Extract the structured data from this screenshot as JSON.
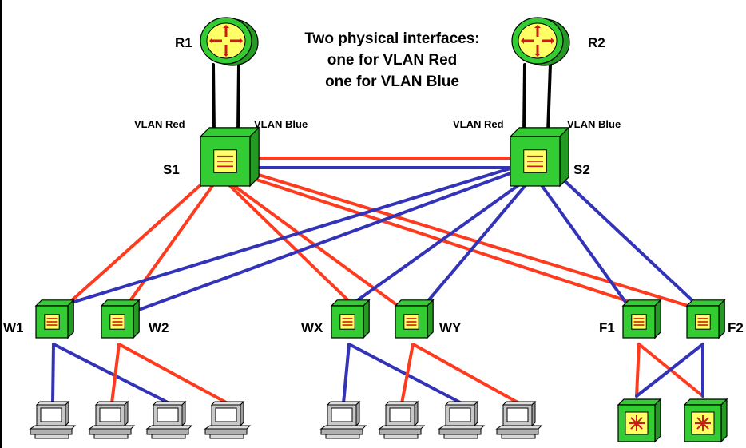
{
  "diagram": {
    "note_lines": [
      "Two physical interfaces:",
      "one for VLAN Red",
      "one for VLAN Blue"
    ],
    "colors": {
      "red": "#ff3b1f",
      "blue": "#3333b8",
      "trunk": "#000000",
      "device_green": "#33cc33",
      "device_yellow": "#ffff66",
      "arrow_red": "#cc1a1a"
    },
    "routers": [
      {
        "id": "R1",
        "label": "R1"
      },
      {
        "id": "R2",
        "label": "R2"
      }
    ],
    "router_links": [
      {
        "router": "R1",
        "switch": "S1",
        "labels": [
          "VLAN Red",
          "VLAN Blue"
        ]
      },
      {
        "router": "R2",
        "switch": "S2",
        "labels": [
          "VLAN Red",
          "VLAN Blue"
        ]
      }
    ],
    "core_switches": [
      {
        "id": "S1",
        "label": "S1"
      },
      {
        "id": "S2",
        "label": "S2"
      }
    ],
    "access_switches": [
      {
        "id": "W1",
        "label": "W1"
      },
      {
        "id": "W2",
        "label": "W2"
      },
      {
        "id": "WX",
        "label": "WX"
      },
      {
        "id": "WY",
        "label": "WY"
      },
      {
        "id": "F1",
        "label": "F1"
      },
      {
        "id": "F2",
        "label": "F2"
      }
    ],
    "uplinks": [
      {
        "from": "S1",
        "to": "W1",
        "vlan": "red"
      },
      {
        "from": "S1",
        "to": "W2",
        "vlan": "red"
      },
      {
        "from": "S1",
        "to": "WX",
        "vlan": "red"
      },
      {
        "from": "S1",
        "to": "WY",
        "vlan": "red"
      },
      {
        "from": "S1",
        "to": "F1",
        "vlan": "red"
      },
      {
        "from": "S1",
        "to": "F2",
        "vlan": "red"
      },
      {
        "from": "S2",
        "to": "W1",
        "vlan": "blue"
      },
      {
        "from": "S2",
        "to": "W2",
        "vlan": "blue"
      },
      {
        "from": "S2",
        "to": "WX",
        "vlan": "blue"
      },
      {
        "from": "S2",
        "to": "WY",
        "vlan": "blue"
      },
      {
        "from": "S2",
        "to": "F1",
        "vlan": "blue"
      },
      {
        "from": "S2",
        "to": "F2",
        "vlan": "blue"
      }
    ],
    "core_links": [
      {
        "from": "S1",
        "to": "S2",
        "vlan": "red"
      },
      {
        "from": "S1",
        "to": "S2",
        "vlan": "blue"
      }
    ],
    "end_links": [
      {
        "from": "W1",
        "to": "PC1",
        "vlan": "blue"
      },
      {
        "from": "W1",
        "to": "PC3",
        "vlan": "blue"
      },
      {
        "from": "W2",
        "to": "PC2",
        "vlan": "red"
      },
      {
        "from": "W2",
        "to": "PC4",
        "vlan": "red"
      },
      {
        "from": "WX",
        "to": "PC5",
        "vlan": "blue"
      },
      {
        "from": "WX",
        "to": "PC7",
        "vlan": "blue"
      },
      {
        "from": "WY",
        "to": "PC6",
        "vlan": "red"
      },
      {
        "from": "WY",
        "to": "PC8",
        "vlan": "red"
      },
      {
        "from": "F1",
        "to": "FS1",
        "vlan": "red"
      },
      {
        "from": "F1",
        "to": "FS2",
        "vlan": "red"
      },
      {
        "from": "F2",
        "to": "FS1",
        "vlan": "blue"
      },
      {
        "from": "F2",
        "to": "FS2",
        "vlan": "blue"
      }
    ],
    "workstations": [
      "PC1",
      "PC2",
      "PC3",
      "PC4",
      "PC5",
      "PC6",
      "PC7",
      "PC8"
    ],
    "servers": [
      "FS1",
      "FS2"
    ]
  }
}
